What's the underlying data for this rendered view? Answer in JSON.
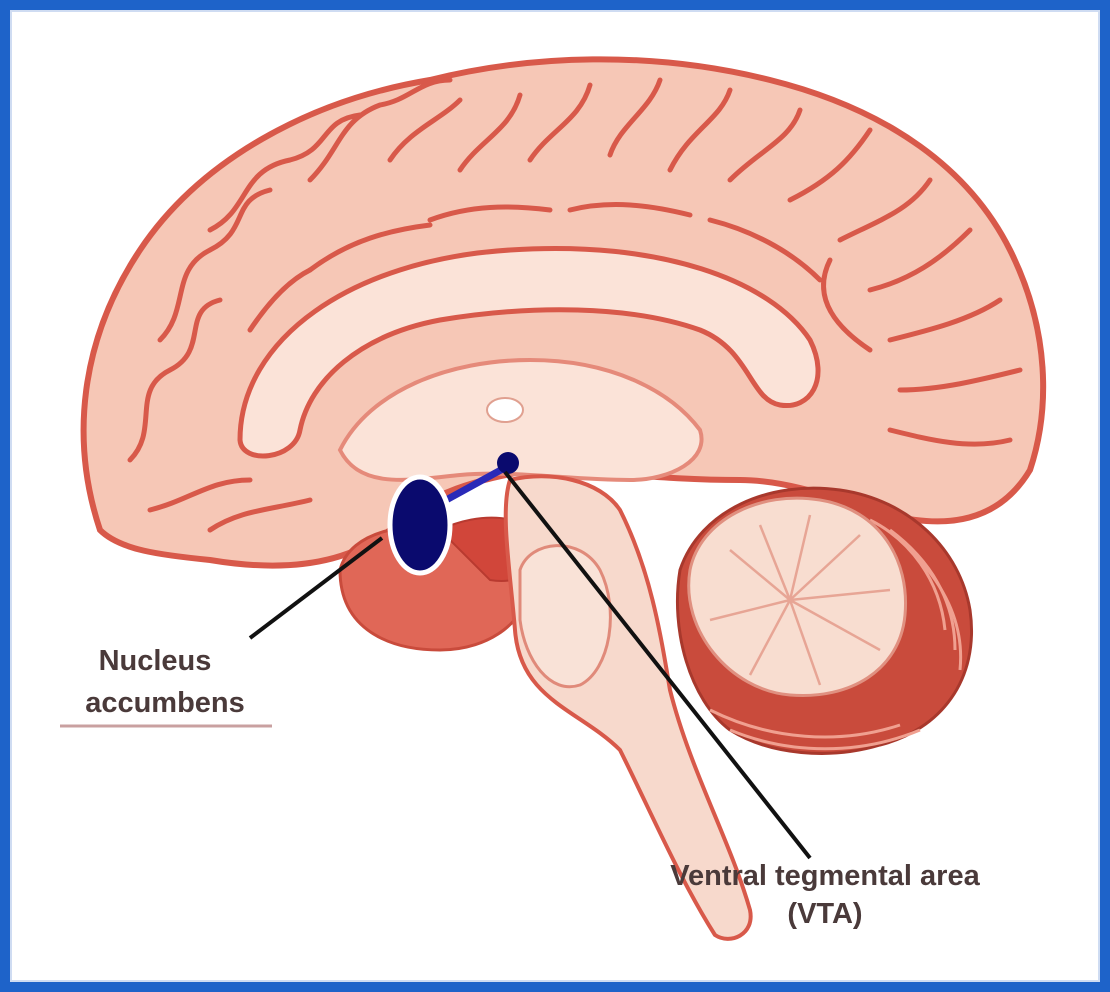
{
  "labels": {
    "nucleus_line1": "Nucleus",
    "nucleus_line2": "accumbens",
    "vta_line1": "Ventral tegmental area",
    "vta_line2": "(VTA)"
  },
  "colors": {
    "frame": "#1e63c9",
    "background": "#ffffff",
    "cortex_fill": "#f6c7b6",
    "gyrus_outline": "#d8594a",
    "inner_fill": "#fbe3d8",
    "cerebellum_fill": "#f8ddd0",
    "cerebellum_dark": "#c94b3c",
    "brainstem_fill": "#f7d9cc",
    "pathway": "#1a1a8c",
    "pointer_line": "#111111",
    "label_text": "#4a3a3a"
  }
}
